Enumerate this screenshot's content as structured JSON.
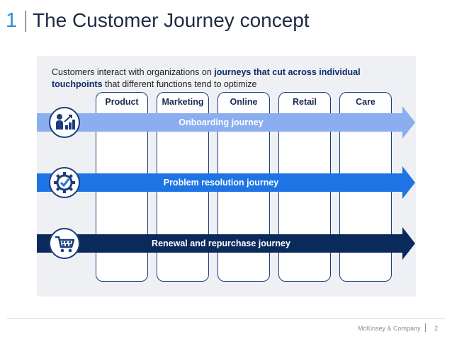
{
  "header": {
    "slide_number": "1",
    "title": "The Customer Journey concept"
  },
  "intro": {
    "part1": "Customers interact with organizations on ",
    "bold1": "journeys that cut across individual touchpoints",
    "part2": " that different functions tend to optimize"
  },
  "columns": [
    "Product",
    "Marketing",
    "Online",
    "Retail",
    "Care"
  ],
  "journeys": [
    {
      "label": "Onboarding journey",
      "color": "#8aaef0",
      "icon": "growth-chart-icon"
    },
    {
      "label": "Problem resolution journey",
      "color": "#1e74e4",
      "icon": "gear-check-icon"
    },
    {
      "label": "Renewal and repurchase journey",
      "color": "#0b2a5c",
      "icon": "shopping-cart-icon"
    }
  ],
  "footer": {
    "company": "McKinsey & Company",
    "page": "2"
  }
}
